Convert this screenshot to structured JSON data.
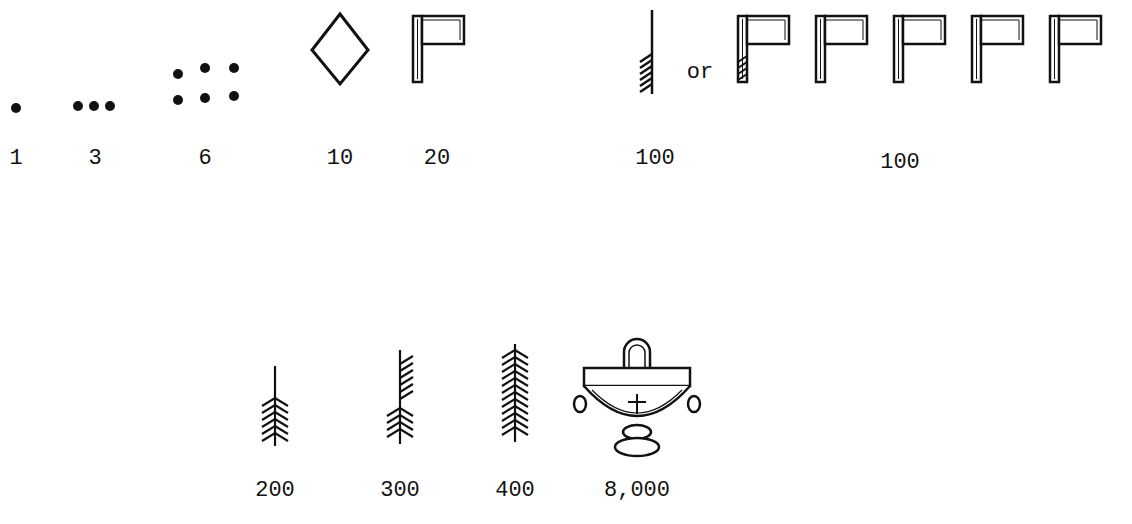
{
  "diagram": {
    "labels": [
      "1",
      "3",
      "6",
      "10",
      "20",
      "100",
      "or",
      "100",
      "200",
      "300",
      "400",
      "8,000"
    ]
  }
}
